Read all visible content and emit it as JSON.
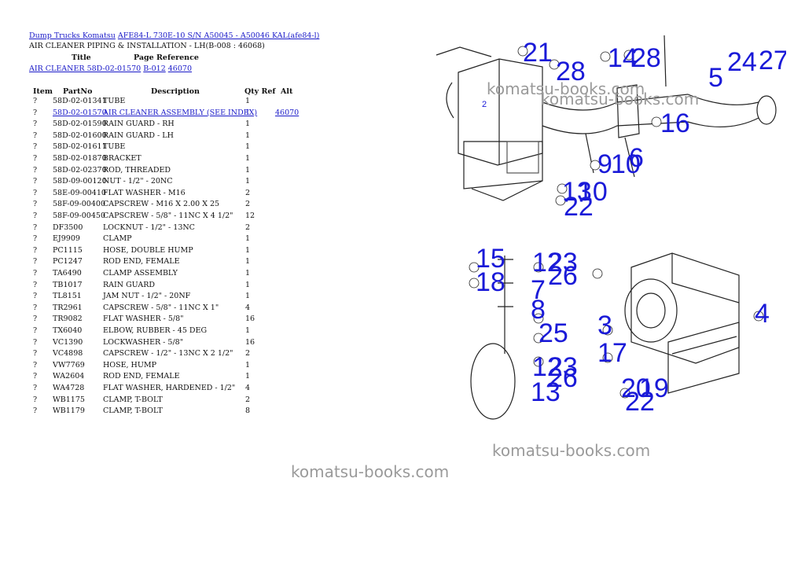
{
  "breadcrumb": {
    "level1": "Dump Trucks Komatsu",
    "level2": "AFE84-L 730E-10 S/N A50045 - A50046 KAL(afe84-l)"
  },
  "subtitle": "AIR CLEANER PIPING & INSTALLATION - LH(B-008 : 46068)",
  "reference": {
    "headers": {
      "title": "Title",
      "page_reference": "Page Reference"
    },
    "row": {
      "title": "AIR CLEANER 58D-02-01570",
      "page": "B-012",
      "ref": "46070"
    }
  },
  "parts_table": {
    "headers": {
      "item": "Item",
      "partno": "PartNo",
      "description": "Description",
      "qty": "Qty Ref",
      "alt": "Alt"
    },
    "rows": [
      {
        "item": "?",
        "partno": "58D-02-01341",
        "description": "TUBE",
        "qty": "1",
        "alt": ""
      },
      {
        "item": "?",
        "partno": "58D-02-01570",
        "description": "AIR CLEANER ASSEMBLY (SEE INDEX)",
        "qty": "1",
        "alt": "46070",
        "link": true
      },
      {
        "item": "?",
        "partno": "58D-02-01590",
        "description": "RAIN GUARD - RH",
        "qty": "1",
        "alt": ""
      },
      {
        "item": "?",
        "partno": "58D-02-01600",
        "description": "RAIN GUARD - LH",
        "qty": "1",
        "alt": ""
      },
      {
        "item": "?",
        "partno": "58D-02-01611",
        "description": "TUBE",
        "qty": "1",
        "alt": ""
      },
      {
        "item": "?",
        "partno": "58D-02-01870",
        "description": "BRACKET",
        "qty": "1",
        "alt": ""
      },
      {
        "item": "?",
        "partno": "58D-02-02370",
        "description": "ROD, THREADED",
        "qty": "1",
        "alt": ""
      },
      {
        "item": "?",
        "partno": "58D-09-00120",
        "description": "NUT - 1/2\" - 20NC",
        "qty": "1",
        "alt": ""
      },
      {
        "item": "?",
        "partno": "58E-09-00410",
        "description": "FLAT WASHER - M16",
        "qty": "2",
        "alt": ""
      },
      {
        "item": "?",
        "partno": "58F-09-00400",
        "description": "CAPSCREW - M16 X 2.00 X 25",
        "qty": "2",
        "alt": ""
      },
      {
        "item": "?",
        "partno": "58F-09-00450",
        "description": "CAPSCREW - 5/8\" - 11NC X 4 1/2\"",
        "qty": "12",
        "alt": ""
      },
      {
        "item": "?",
        "partno": "DF3500",
        "description": "LOCKNUT - 1/2\" - 13NC",
        "qty": "2",
        "alt": ""
      },
      {
        "item": "?",
        "partno": "EJ9909",
        "description": "CLAMP",
        "qty": "1",
        "alt": ""
      },
      {
        "item": "?",
        "partno": "PC1115",
        "description": "HOSE, DOUBLE HUMP",
        "qty": "1",
        "alt": ""
      },
      {
        "item": "?",
        "partno": "PC1247",
        "description": "ROD END, FEMALE",
        "qty": "1",
        "alt": ""
      },
      {
        "item": "?",
        "partno": "TA6490",
        "description": "CLAMP ASSEMBLY",
        "qty": "1",
        "alt": ""
      },
      {
        "item": "?",
        "partno": "TB1017",
        "description": "RAIN GUARD",
        "qty": "1",
        "alt": ""
      },
      {
        "item": "?",
        "partno": "TL8151",
        "description": "JAM NUT - 1/2\" - 20NF",
        "qty": "1",
        "alt": ""
      },
      {
        "item": "?",
        "partno": "TR2961",
        "description": "CAPSCREW - 5/8\" - 11NC X 1\"",
        "qty": "4",
        "alt": ""
      },
      {
        "item": "?",
        "partno": "TR9082",
        "description": "FLAT WASHER - 5/8\"",
        "qty": "16",
        "alt": ""
      },
      {
        "item": "?",
        "partno": "TX6040",
        "description": "ELBOW, RUBBER - 45 DEG",
        "qty": "1",
        "alt": ""
      },
      {
        "item": "?",
        "partno": "VC1390",
        "description": "LOCKWASHER - 5/8\"",
        "qty": "16",
        "alt": ""
      },
      {
        "item": "?",
        "partno": "VC4898",
        "description": "CAPSCREW - 1/2\" - 13NC X 2 1/2\"",
        "qty": "2",
        "alt": ""
      },
      {
        "item": "?",
        "partno": "VW7769",
        "description": "HOSE, HUMP",
        "qty": "1",
        "alt": ""
      },
      {
        "item": "?",
        "partno": "WA2604",
        "description": "ROD END, FEMALE",
        "qty": "1",
        "alt": ""
      },
      {
        "item": "?",
        "partno": "WA4728",
        "description": "FLAT WASHER, HARDENED - 1/2\"",
        "qty": "4",
        "alt": ""
      },
      {
        "item": "?",
        "partno": "WB1175",
        "description": "CLAMP, T-BOLT",
        "qty": "2",
        "alt": ""
      },
      {
        "item": "?",
        "partno": "WB1179",
        "description": "CLAMP, T-BOLT",
        "qty": "8",
        "alt": ""
      }
    ]
  },
  "diagram": {
    "callouts_top": [
      "21",
      "28",
      "14",
      "28",
      "5",
      "24",
      "27",
      "2",
      "16",
      "9",
      "10",
      "6",
      "13",
      "10",
      "22"
    ],
    "callouts_bottom": [
      "15",
      "18",
      "12",
      "23",
      "26",
      "7",
      "8",
      "25",
      "3",
      "4",
      "17",
      "12",
      "23",
      "26",
      "13",
      "20",
      "19",
      "22"
    ]
  },
  "watermark": {
    "text1": "komatsu-books.com",
    "text2": "komatsu-books.com",
    "text3": "komatsu-books.com",
    "text4": "komatsu-books.com"
  }
}
